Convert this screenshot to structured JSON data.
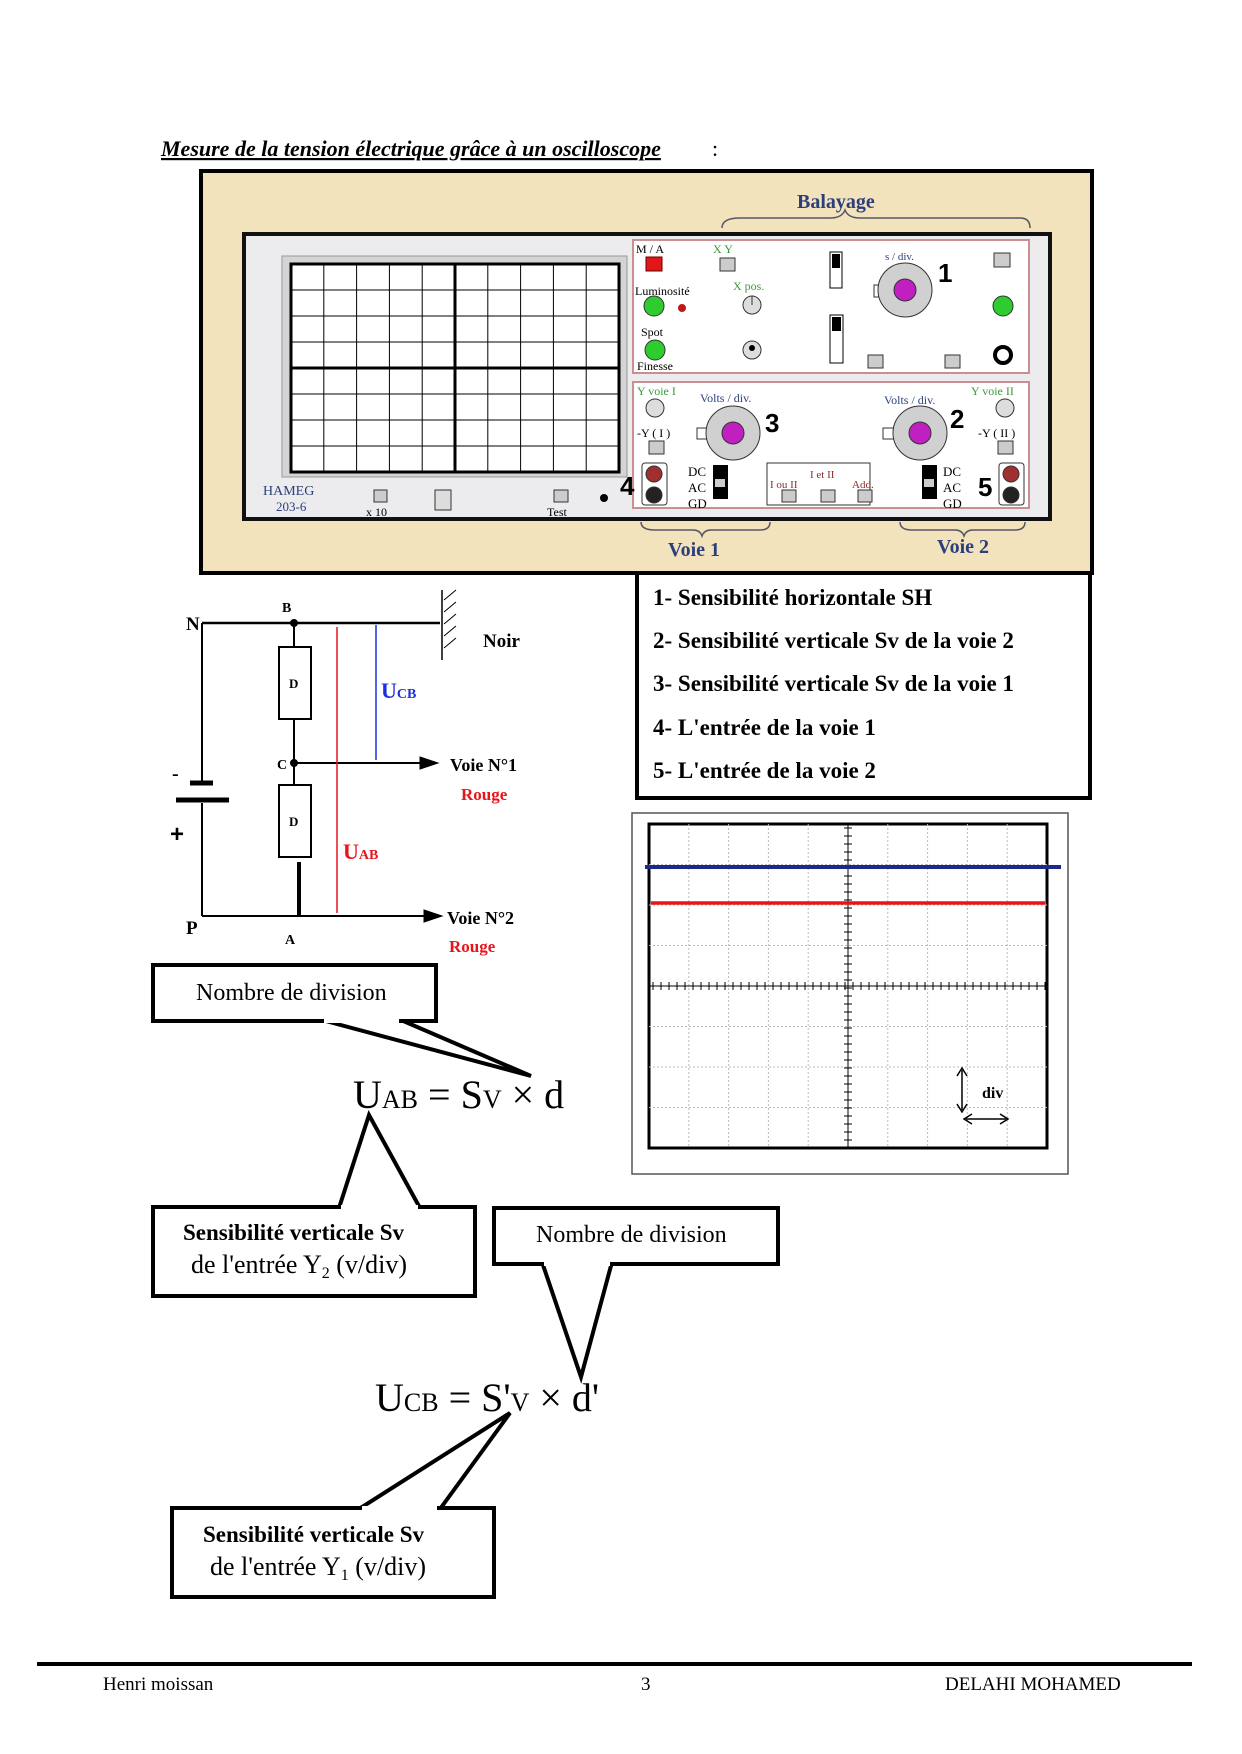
{
  "title": "Mesure de la tension électrique grâce à un oscilloscope",
  "title_suffix": ":",
  "oscilloscope": {
    "balayage": "Balayage",
    "voie1": "Voie 1",
    "voie2": "Voie 2",
    "brand": "HAMEG",
    "model": "203-6",
    "x10": "x 10",
    "test": "Test",
    "ma": "M / A",
    "xy": "X Y",
    "luminosite": "Luminosité",
    "xpos": "X pos.",
    "spot": "Spot",
    "finesse": "Finesse",
    "sdiv": "s / div.",
    "yvoie1": "Y voie I",
    "yvoie2": "Y voie II",
    "voltsdiv": "Volts / div.",
    "minus_y1": "-Y ( I )",
    "minus_y2": "-Y ( II )",
    "dc": "DC",
    "ac": "AC",
    "gd": "GD",
    "i_ou_ii": "I ou II",
    "i_et_ii": "I et II",
    "add": "Add.",
    "num1": "1",
    "num2": "2",
    "num3": "3",
    "num4": "4",
    "num5": "5"
  },
  "legend": [
    "1- Sensibilité horizontale  SH",
    "2- Sensibilité verticale  Sv de la voie 2",
    "3- Sensibilité verticale  Sv de la voie 1",
    "4- L'entrée de la voie 1",
    "5- L'entrée de la voie 2"
  ],
  "circuit": {
    "N": "N",
    "P": "P",
    "A": "A",
    "B": "B",
    "C": "C",
    "D1": "D",
    "D2": "D",
    "noir": "Noir",
    "minus": "-",
    "plus": "+",
    "ucb": "U",
    "ucb_sub": "CB",
    "uab": "U",
    "uab_sub": "AB",
    "voie1": "Voie N°1",
    "voie1_color": "Rouge",
    "voie2": "Voie N°2",
    "voie2_color": "Rouge"
  },
  "screen": {
    "div_label": "div",
    "blue_color": "#1a2a8c",
    "red_color": "#e8141c"
  },
  "callouts": {
    "nombre1": "Nombre de division",
    "formula1": {
      "u": "U",
      "u_sub": "AB",
      "eq": " = S",
      "s_sub": "V",
      "rest": " × d"
    },
    "sv2_line1": "Sensibilité verticale  Sv",
    "sv2_line2a": "de l'entrée Y",
    "sv2_sub": "2",
    "sv2_line2b": " (v/div)",
    "nombre2": "Nombre de division",
    "formula2": {
      "u": "U",
      "u_sub": "CB",
      "eq": " = S'",
      "s_sub": "V",
      "rest": " × d'"
    },
    "sv1_line1": "Sensibilité verticale  Sv",
    "sv1_line2a": "de l'entrée Y",
    "sv1_sub": "1",
    "sv1_line2b": " (v/div)"
  },
  "footer": {
    "left": "Henri moissan",
    "page": "3",
    "right": "DELAHI MOHAMED"
  }
}
